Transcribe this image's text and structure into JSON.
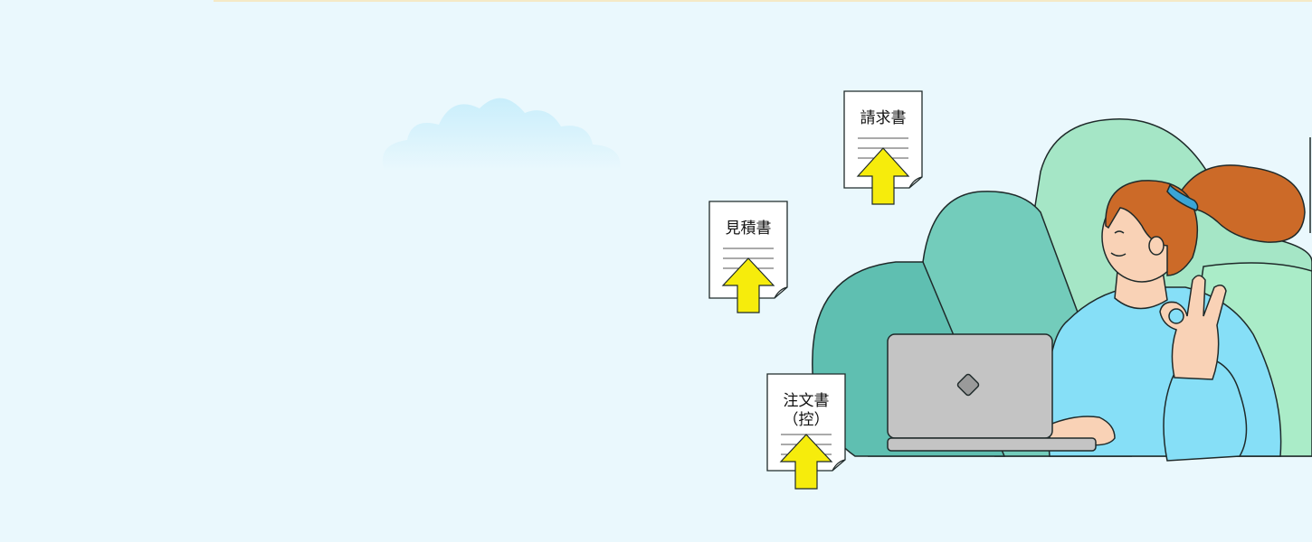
{
  "banner": {
    "faded_subtitle": "",
    "faded_title": ""
  },
  "documents": {
    "invoice": "請求書",
    "estimate": "見積書",
    "order_line1": "注文書",
    "order_line2": "（控）"
  },
  "colors": {
    "background": "#eaf8fd",
    "upload_arrow": "#f6ec0c",
    "cloud_dark": "#5dbfb0",
    "cloud_mid": "#73cdbc",
    "cloud_light": "#a7e9c8",
    "hair": "#cc6a28",
    "sweater": "#86dff7",
    "laptop": "#c4c4c4"
  },
  "icons": {
    "upload": "upload-arrow-icon",
    "cloud": "cloud-icon",
    "laptop": "laptop-icon"
  }
}
